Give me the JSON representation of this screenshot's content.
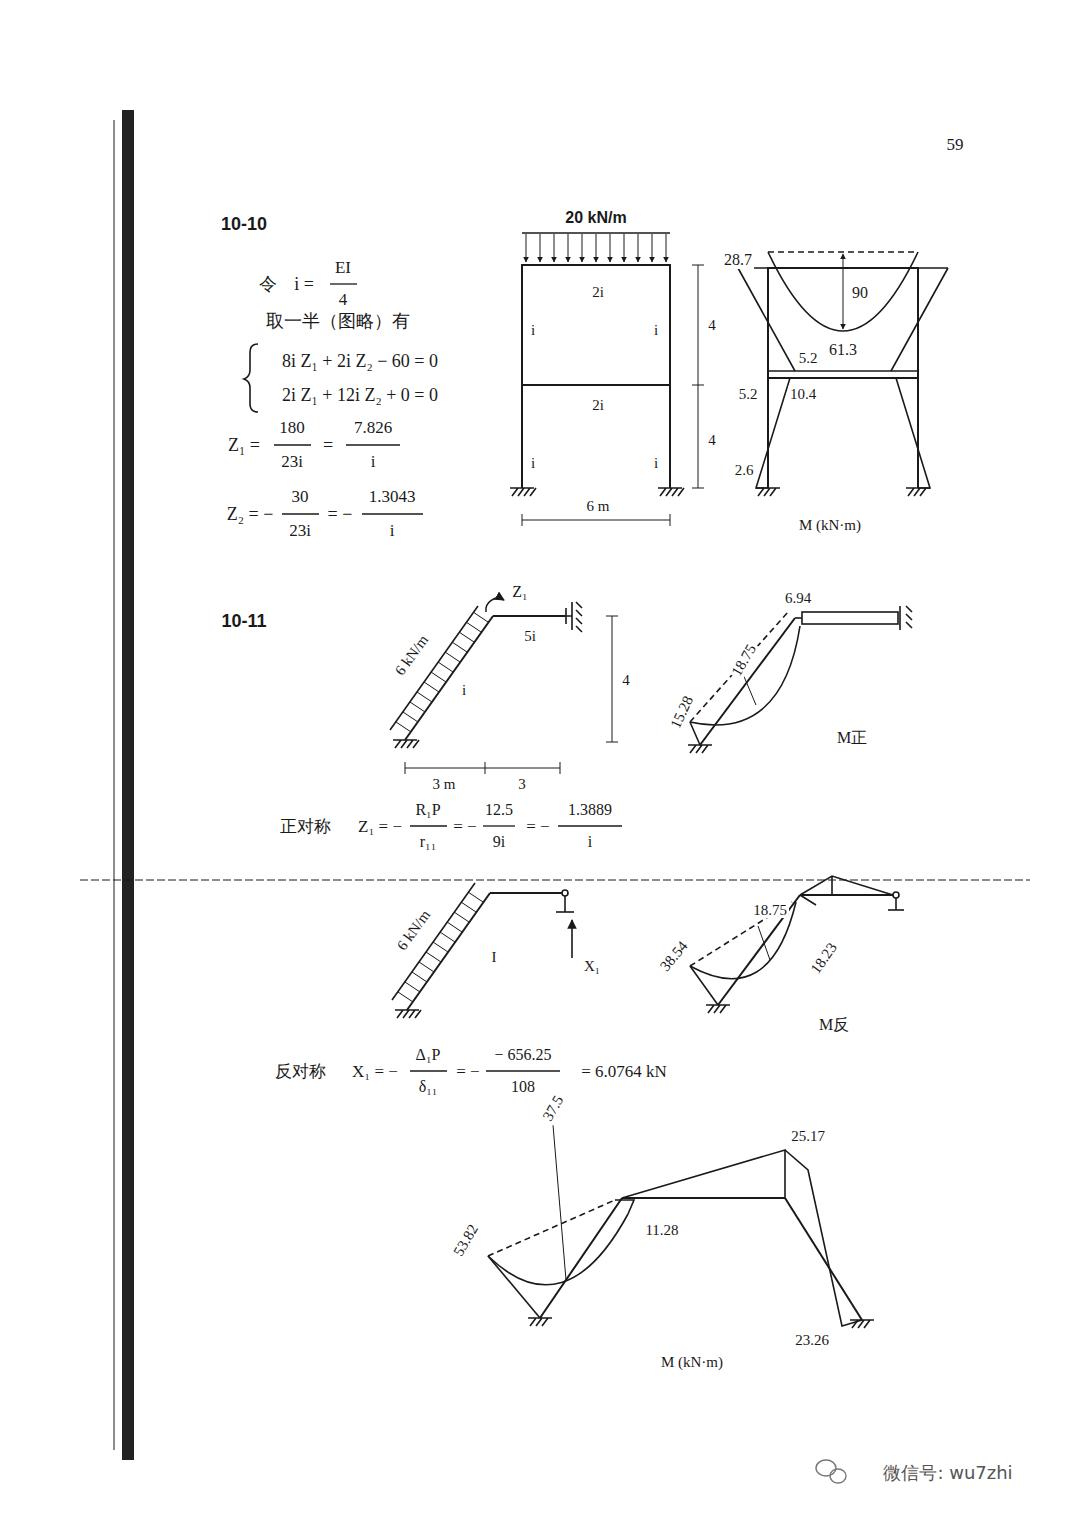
{
  "diagram": {
    "labels": [
      "59",
      "10-10",
      "令",
      "i =",
      "EI",
      "4",
      "取一半（图略）有",
      "8i Z₁ + 2i Z₂ − 60 = 0",
      "2i Z₁ + 12i Z₂ + 0 = 0",
      "Z₁ =",
      "180",
      "23i",
      "=",
      "7.826",
      "i",
      "Z₂ = −",
      "30",
      "23i",
      "= −",
      "1.3043",
      "i",
      "20 kN/m",
      "2i",
      "i",
      "i",
      "4",
      "2i",
      "i",
      "i",
      "4",
      "6 m",
      "28.7",
      "90",
      "61.3",
      "5.2",
      "5.2",
      "10.4",
      "2.6",
      "M (kN·m)",
      "10-11",
      "Z₁",
      "6 kN/m",
      "5i",
      "i",
      "4",
      "3 m",
      "3",
      "6.94",
      "18.75",
      "15.28",
      "M正",
      "正对称",
      "Z₁ = −",
      "R₁P",
      "r₁₁",
      "= −",
      "12.5",
      "9i",
      "= −",
      "1.3889",
      "i",
      "6 kN/m",
      "I",
      "X₁",
      "18.75",
      "38.54",
      "18.23",
      "M反",
      "反对称",
      "X₁ = −",
      "Δ₁P",
      "δ₁₁",
      "= −",
      "− 656.25",
      "108",
      "= 6.0764 kN",
      "37.5",
      "53.82",
      "11.28",
      "25.17",
      "23.26",
      "M (kN·m)",
      "微信号: wu7zhi"
    ]
  }
}
